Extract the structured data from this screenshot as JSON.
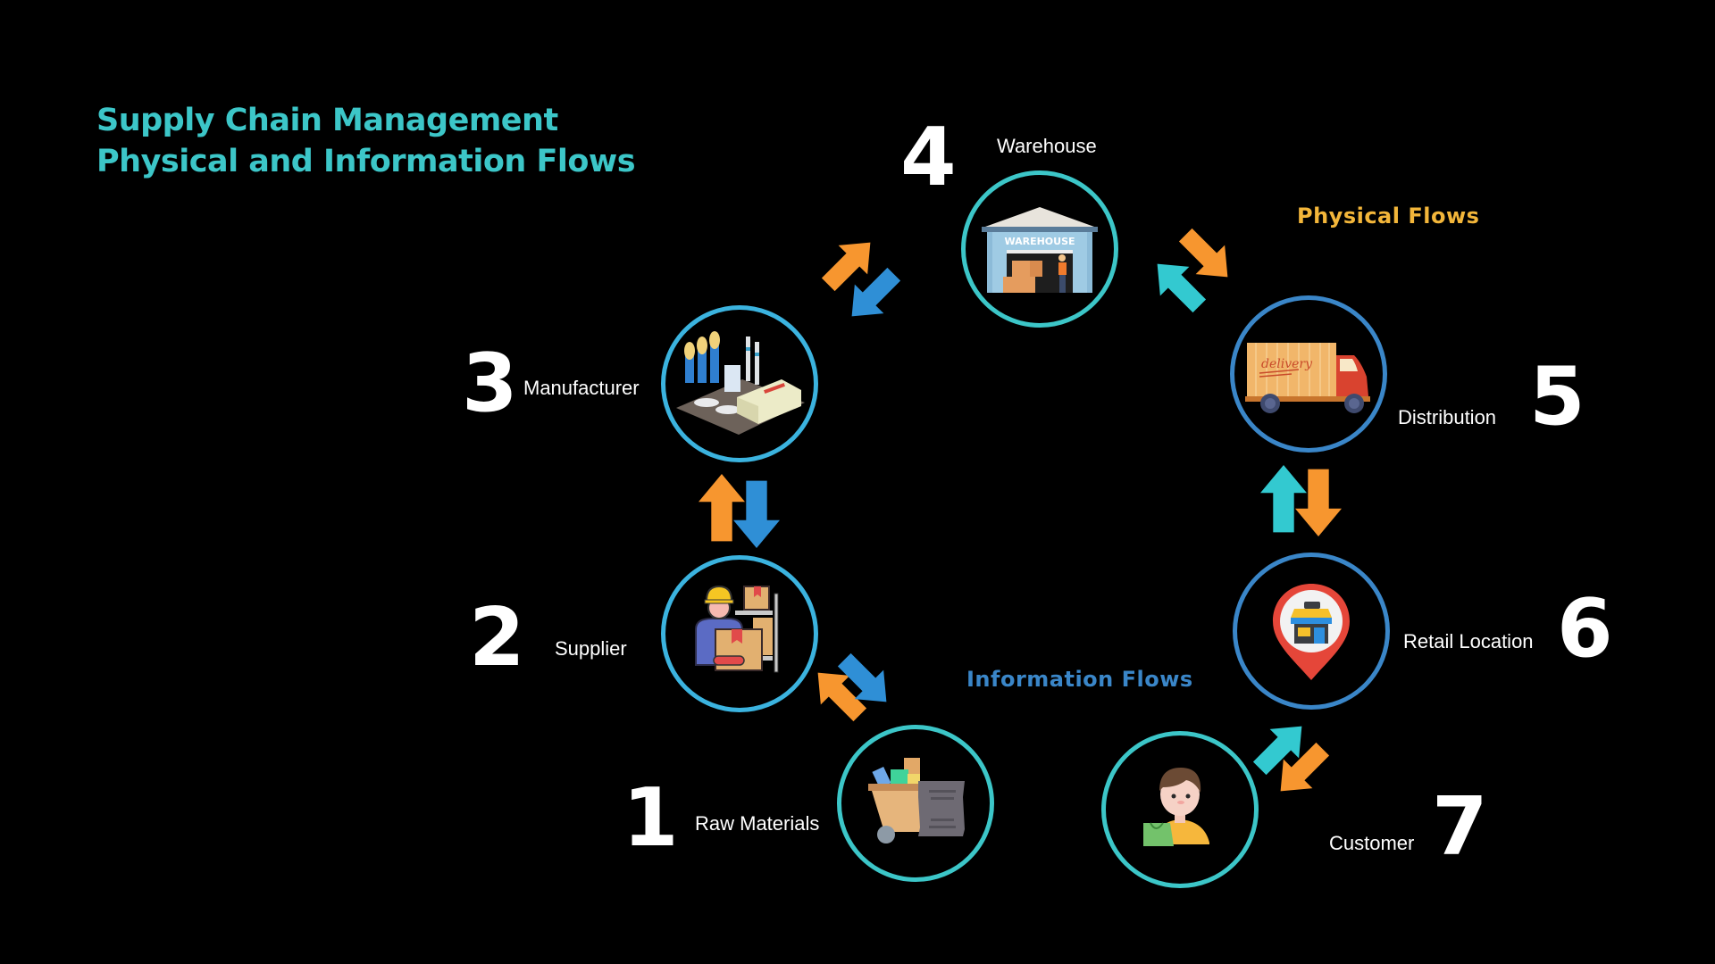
{
  "title": {
    "line1": "Supply Chain Management",
    "line2": "Physical and Information Flows"
  },
  "legend": {
    "physical": {
      "label": "Physical Flows",
      "color": "#f3b63a"
    },
    "information": {
      "label": "Information Flows",
      "color": "#3a86c8"
    }
  },
  "colors": {
    "physical_arrow": "#f7962f",
    "info_arrow_blue": "#2f8fd6",
    "info_arrow_teal": "#33c9d0",
    "ring_teal": "#3cc6c8",
    "ring_blue": "#3a86c8",
    "ring_light_blue": "#3bb3df"
  },
  "stages": [
    {
      "number": "1",
      "label": "Raw Materials",
      "icon": "raw-materials-cart-icon"
    },
    {
      "number": "2",
      "label": "Supplier",
      "icon": "supplier-worker-icon"
    },
    {
      "number": "3",
      "label": "Manufacturer",
      "icon": "factory-icon"
    },
    {
      "number": "4",
      "label": "Warehouse",
      "icon": "warehouse-icon",
      "sign_text": "WAREHOUSE"
    },
    {
      "number": "5",
      "label": "Distribution",
      "icon": "delivery-truck-icon",
      "truck_text": "delivery"
    },
    {
      "number": "6",
      "label": "Retail Location",
      "icon": "store-location-pin-icon"
    },
    {
      "number": "7",
      "label": "Customer",
      "icon": "customer-shopper-icon"
    }
  ],
  "flows": [
    {
      "from": "Raw Materials",
      "to": "Supplier",
      "physical": "to Supplier",
      "information": "to Raw Materials"
    },
    {
      "from": "Supplier",
      "to": "Manufacturer",
      "physical": "to Manufacturer",
      "information": "to Supplier"
    },
    {
      "from": "Manufacturer",
      "to": "Warehouse",
      "physical": "to Warehouse",
      "information": "to Manufacturer"
    },
    {
      "from": "Warehouse",
      "to": "Distribution",
      "physical": "to Distribution",
      "information": "to Warehouse"
    },
    {
      "from": "Distribution",
      "to": "Retail Location",
      "physical": "to Retail Location",
      "information": "to Distribution"
    },
    {
      "from": "Retail Location",
      "to": "Customer",
      "physical": "to Customer",
      "information": "to Retail Location"
    }
  ]
}
